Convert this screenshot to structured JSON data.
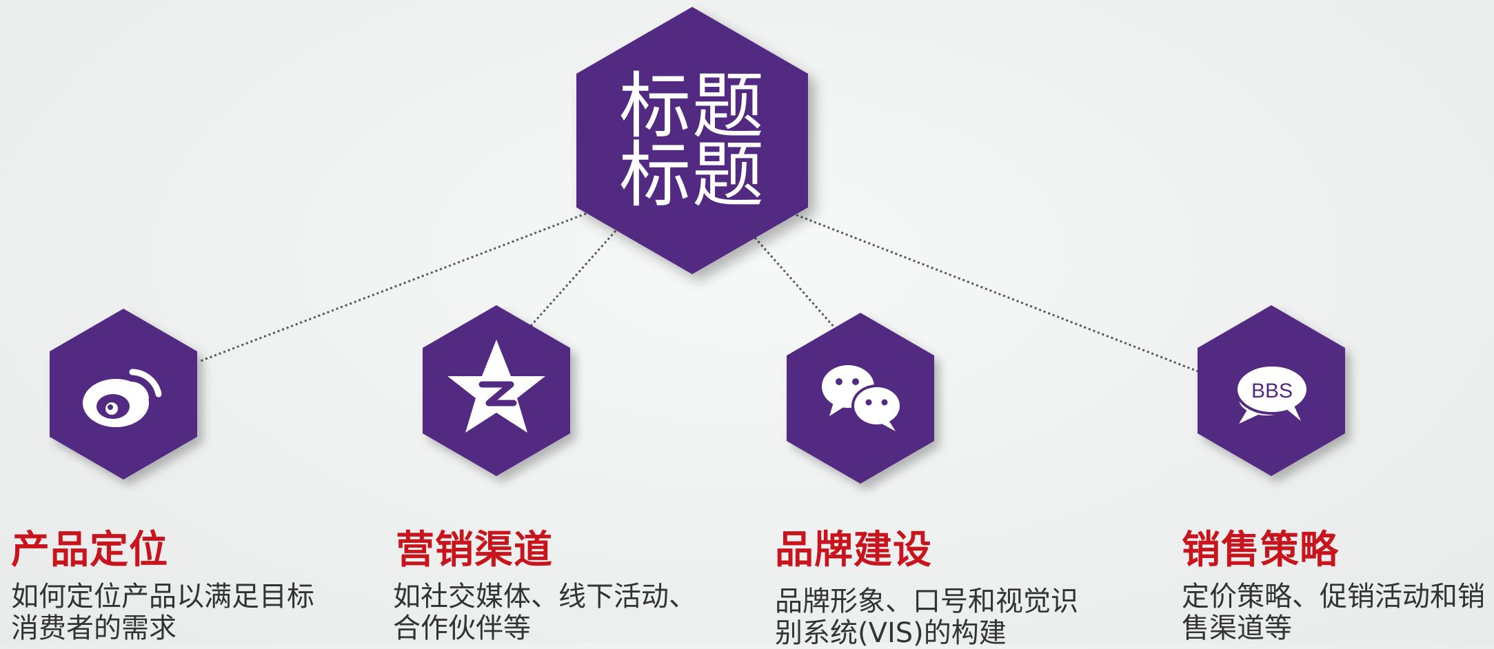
{
  "colors": {
    "hex_fill": "#532a82",
    "accent_title": "#c8141c",
    "connector": "#555555",
    "text": "#333333"
  },
  "center": {
    "title_line1": "标题",
    "title_line2": "标题"
  },
  "nodes": [
    {
      "icon": "weibo-icon",
      "title": "产品定位",
      "desc": "如何定位产品以满足目标消费者的需求"
    },
    {
      "icon": "qzone-star-icon",
      "title": "营销渠道",
      "desc": "如社交媒体、线下活动、合作伙伴等"
    },
    {
      "icon": "wechat-icon",
      "title": "品牌建设",
      "desc": "品牌形象、口号和视觉识别系统(VIS)的构建"
    },
    {
      "icon": "bbs-icon",
      "title": "销售策略",
      "desc": "定价策略、促销活动和销售渠道等",
      "icon_text": "BBS"
    }
  ]
}
